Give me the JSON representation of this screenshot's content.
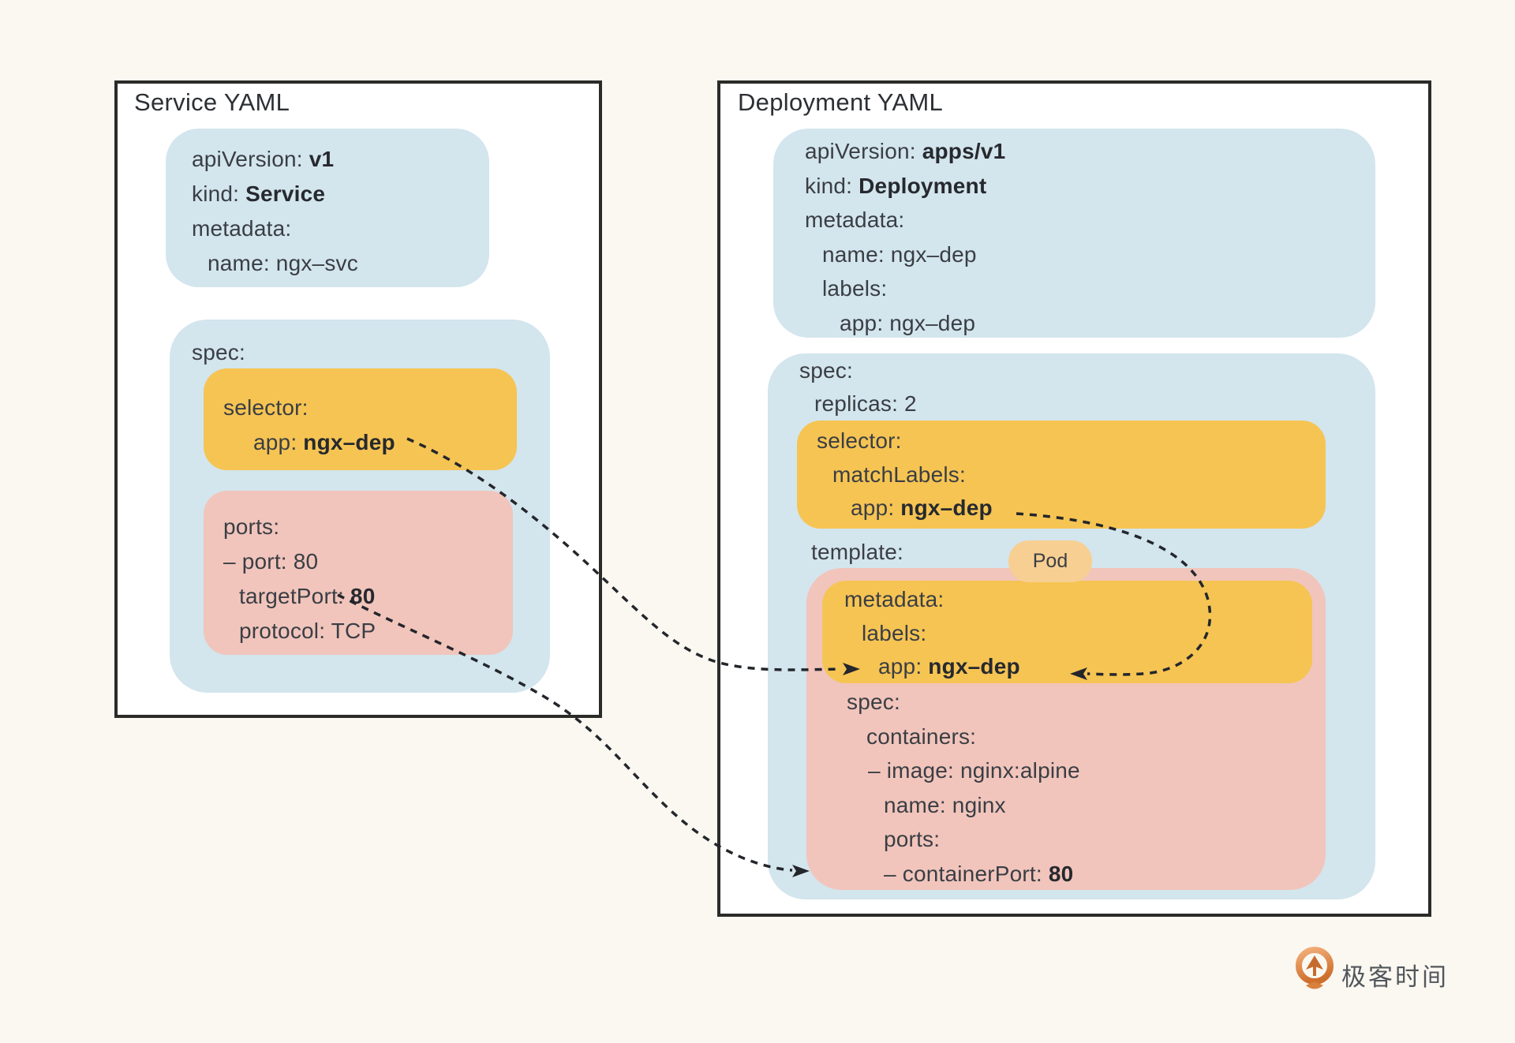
{
  "service_panel": {
    "title": "Service YAML",
    "metadata_block": {
      "api_key": "apiVersion: ",
      "api_value": "v1",
      "kind_key": "kind: ",
      "kind_value": "Service",
      "metadata_label": "metadata:",
      "name_line": "name: ngx–svc"
    },
    "spec_block": {
      "spec_label": "spec:",
      "selector_box": {
        "selector_label": "selector:",
        "app_key": "app: ",
        "app_value": "ngx–dep"
      },
      "ports_box": {
        "ports_label": "ports:",
        "port_line": "– port: 80",
        "target_port_key": "targetPort: ",
        "target_port_value": "80",
        "protocol_line": "protocol: TCP"
      }
    }
  },
  "deployment_panel": {
    "title": "Deployment YAML",
    "metadata_block": {
      "api_key": "apiVersion: ",
      "api_value": "apps/v1",
      "kind_key": "kind: ",
      "kind_value": "Deployment",
      "metadata_label": "metadata:",
      "name_line": "name: ngx–dep",
      "labels_label": "labels:",
      "app_line": "app: ngx–dep"
    },
    "spec_block": {
      "spec_label": "spec:",
      "replicas_line": "replicas: 2",
      "selector_box": {
        "selector_label": "selector:",
        "match_labels_label": "matchLabels:",
        "app_key": "app: ",
        "app_value": "ngx–dep"
      },
      "template_label": "template:",
      "pod_badge": "Pod",
      "pod_box": {
        "labels_box": {
          "metadata_label": "metadata:",
          "labels_label": "labels:",
          "app_key": "app: ",
          "app_value": "ngx–dep"
        },
        "spec_label": "spec:",
        "containers_label": "containers:",
        "image_line": "– image: nginx:alpine",
        "name_line": "name: nginx",
        "ports_label": "ports:",
        "container_port_key": "– containerPort: ",
        "container_port_value": "80"
      }
    }
  },
  "connections": [
    {
      "from": "service.spec.selector.app",
      "to": "deployment.spec.template.metadata.labels.app"
    },
    {
      "from": "deployment.spec.selector.matchLabels.app",
      "to": "deployment.spec.template.metadata.labels.app"
    },
    {
      "from": "service.spec.ports.targetPort",
      "to": "deployment.spec.template.spec.containers.containerPort"
    }
  ],
  "footer": {
    "brand": "极客时间"
  },
  "colors": {
    "background": "#faf8f1",
    "panel_border": "#2b2b29",
    "blue_block": "#d3e5ed",
    "yellow_block": "#f6c453",
    "pink_block": "#f1c5bc",
    "pod_badge": "#f8cf92",
    "arrow": "#23262b",
    "logo_orange": "#cf6f2d"
  }
}
